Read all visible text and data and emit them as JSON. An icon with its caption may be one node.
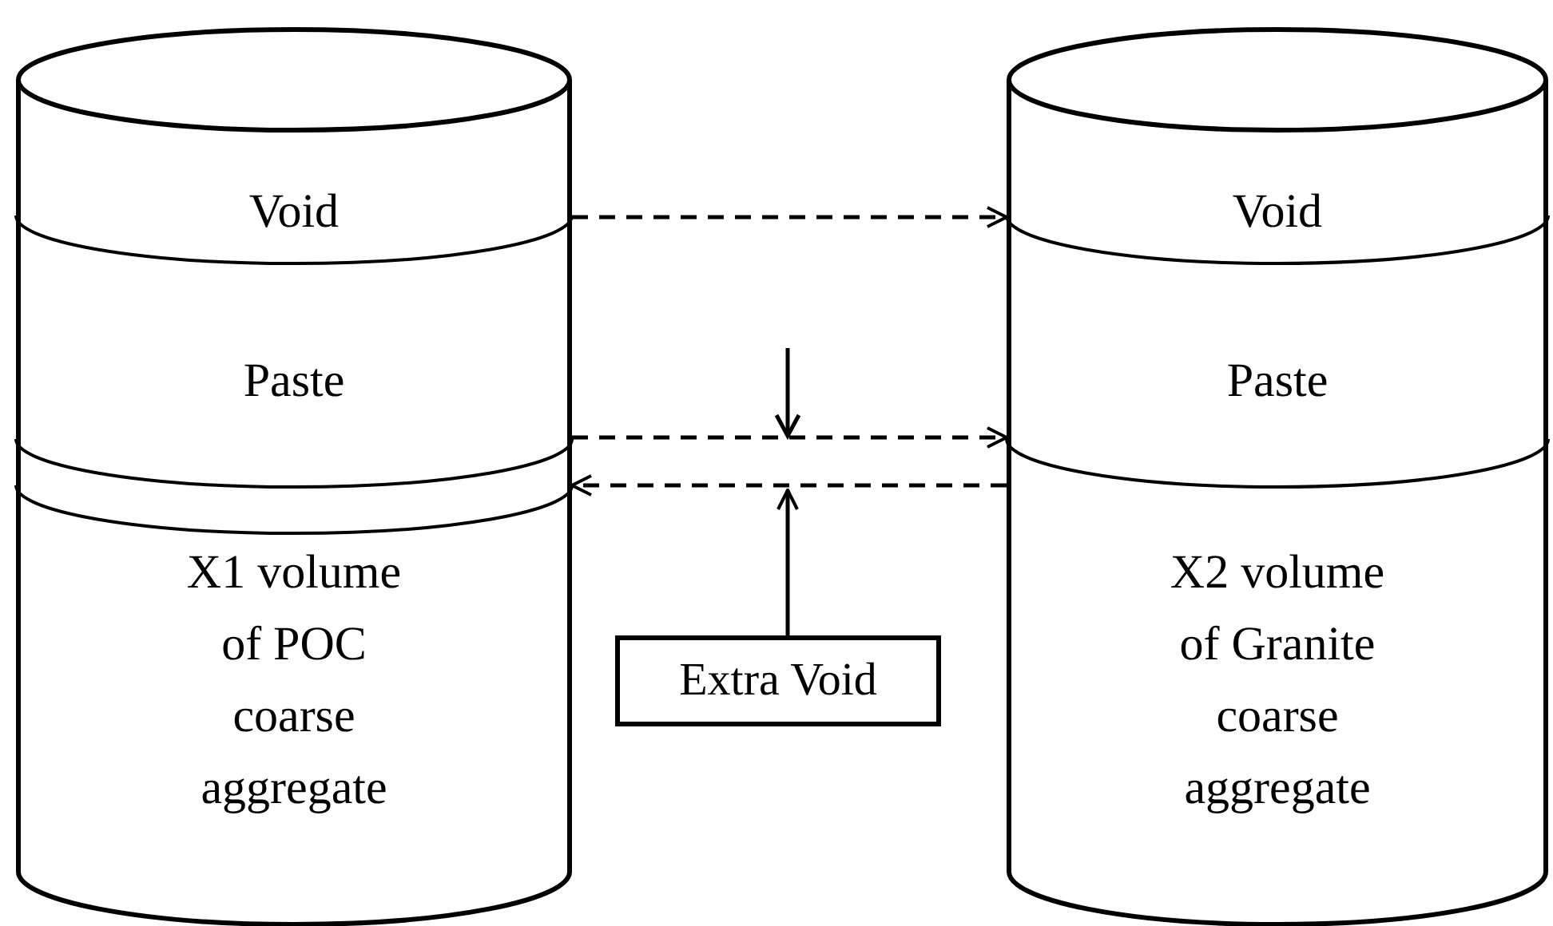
{
  "diagram": {
    "nodes": [
      {
        "text": [],
        "shape": "cylinder"
      },
      {
        "text": [
          "Void"
        ],
        "in": 0
      },
      {
        "text": [
          "Paste"
        ],
        "in": 0
      },
      {
        "text": [],
        "shape": "bar",
        "in": 0
      },
      {
        "text": [
          "X1 volume of POC coarse aggregate"
        ],
        "in": 0
      },
      {
        "text": [],
        "shape": "cylinder"
      },
      {
        "text": [
          "Void"
        ],
        "in": 5
      },
      {
        "text": [
          "Paste"
        ],
        "in": 5
      },
      {
        "text": [
          "X2 volume of Granite coarse aggregate"
        ],
        "in": 5
      },
      {
        "text": [
          "Extra Void"
        ]
      }
    ],
    "edges": [
      {
        "from": 1,
        "to": 6,
        "arrow": "to",
        "style": "dashed"
      },
      {
        "from": 3,
        "to": 8,
        "arrow": "to",
        "style": "dashed"
      },
      {
        "from": 8,
        "to": 3,
        "arrow": "to",
        "style": "dashed"
      },
      {
        "from": 9,
        "to": null,
        "arrow": "to"
      }
    ]
  }
}
